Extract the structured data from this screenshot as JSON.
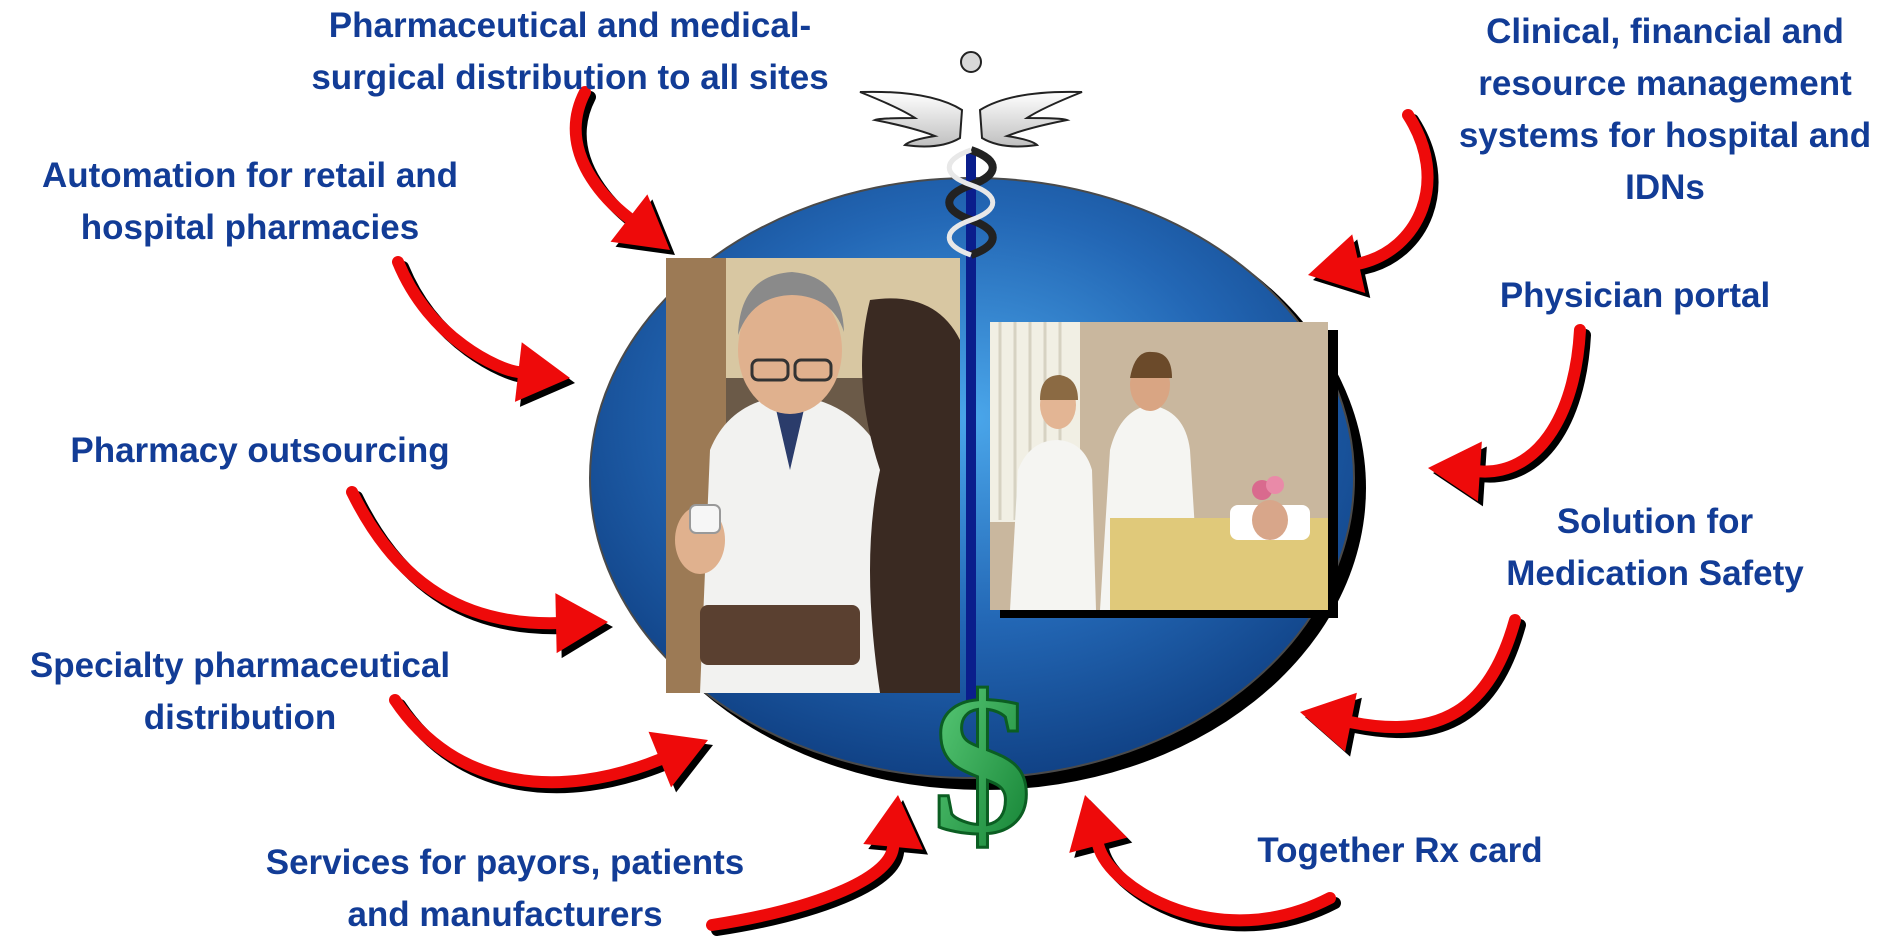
{
  "labels": {
    "distribution": [
      "Pharmaceutical and medical-",
      "surgical distribution to all sites"
    ],
    "automation": [
      "Automation for retail and",
      "hospital pharmacies"
    ],
    "outsourcing": [
      "Pharmacy outsourcing"
    ],
    "specialty": [
      "Specialty pharmaceutical",
      "distribution"
    ],
    "services": [
      "Services for payors, patients",
      "and manufacturers"
    ],
    "clinical": [
      "Clinical, financial and",
      "resource management",
      "systems for hospital and",
      "IDNs"
    ],
    "portal": [
      "Physician portal"
    ],
    "safety": [
      "Solution for",
      "Medication Safety"
    ],
    "rxcard": [
      "Together Rx card"
    ]
  },
  "symbols": {
    "currency": "$"
  },
  "colors": {
    "label_text": "#123c96",
    "arrow": "#ee0a0a",
    "ellipse_light": "#3d9ae0",
    "ellipse_dark": "#0f3f82",
    "dollar": "#1fa84a",
    "pole": "#0a1e8c"
  },
  "images": {
    "left_photo": "doctor-consulting-patient",
    "right_photo": "doctors-at-patient-bedside"
  }
}
